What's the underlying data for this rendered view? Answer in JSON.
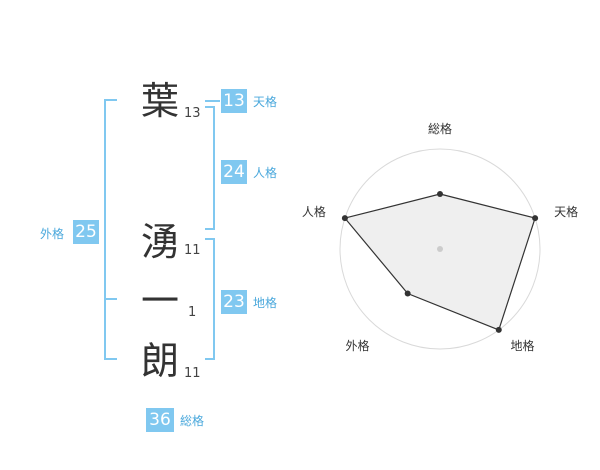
{
  "name": {
    "chars": [
      {
        "char": "葉",
        "strokes": "13"
      },
      {
        "char": "湧",
        "strokes": "11"
      },
      {
        "char": "一",
        "strokes": "1"
      },
      {
        "char": "朗",
        "strokes": "11"
      }
    ]
  },
  "fortunes": {
    "tenkaku": {
      "label": "天格",
      "value": "13"
    },
    "jinkaku": {
      "label": "人格",
      "value": "24"
    },
    "chikaku": {
      "label": "地格",
      "value": "23"
    },
    "gaikaku": {
      "label": "外格",
      "value": "25"
    },
    "soukaku": {
      "label": "総格",
      "value": "36"
    }
  },
  "chart_data": {
    "type": "radar",
    "axes": [
      "総格",
      "天格",
      "地格",
      "外格",
      "人格"
    ],
    "values": [
      0.55,
      1.0,
      1.0,
      0.55,
      1.0
    ],
    "rings": 4,
    "colors": {
      "fill": "#ececec",
      "line": "#333333",
      "ring": "#d9d9d9"
    }
  }
}
